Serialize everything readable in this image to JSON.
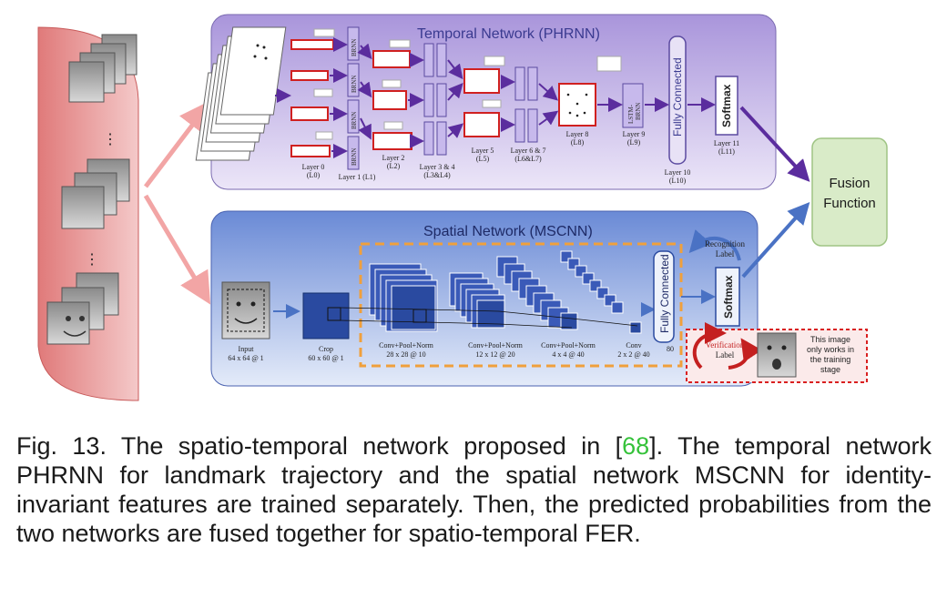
{
  "temporal": {
    "title": "Temporal Network (PHRNN)",
    "layer0": "Layer 0",
    "l0": "(L0)",
    "layer1": "Layer 1 (L1)",
    "layer2": "Layer 2",
    "l2": "(L2)",
    "layer34": "Layer 3 & 4",
    "l34": "(L3&L4)",
    "layer5": "Layer 5",
    "l5": "(L5)",
    "layer67": "Layer 6 & 7",
    "l67": "(L6&L7)",
    "layer8": "Layer 8",
    "l8": "(L8)",
    "layer9": "Layer 9",
    "l9": "(L9)",
    "layer10": "Layer 10",
    "l10": "(L10)",
    "layer11": "Layer 11",
    "l11": "(L11)",
    "brnn": "BRNN",
    "lstm_line1": "LSTM-",
    "lstm_line2": "BRNN",
    "fc": "Fully Connected",
    "softmax": "Softmax"
  },
  "spatial": {
    "title": "Spatial Network (MSCNN)",
    "input": "Input",
    "input_dim": "64 x 64 @ 1",
    "crop": "Crop",
    "crop_dim": "60 x 60 @ 1",
    "conv1": "Conv+Pool+Norm",
    "conv1_dim": "28 x 28 @ 10",
    "conv2": "Conv+Pool+Norm",
    "conv2_dim": "12 x 12 @ 20",
    "conv3": "Conv+Pool+Norm",
    "conv3_dim": "4 x 4 @ 40",
    "conv4": "Conv",
    "conv4_dim": "2 x 2 @ 40",
    "fc": "Fully Connected",
    "fc_dim": "80",
    "softmax": "Softmax",
    "recog_line1": "Recognition",
    "recog_line2": "Label",
    "verif_line1": "Verification",
    "verif_line2": "Label",
    "note_line1": "This image",
    "note_line2": "only works in",
    "note_line3": "the training",
    "note_line4": "stage"
  },
  "fusion": {
    "line1": "Fusion",
    "line2": "Function"
  },
  "caption": {
    "prefix": "Fig. 13. The spatio-temporal network proposed in [",
    "ref": "68",
    "suffix": "]. The temporal network PHRNN for landmark trajectory and the spatial network MSCNN for identity-invariant features are trained separately. Then, the predicted probabilities from the two networks are fused together for spatio-temporal FER."
  },
  "colors": {
    "temporal_panel": "#b9a9df",
    "spatial_panel": "#6e8fd6",
    "fusion_box": "#d9ebc8",
    "face_strip": "#e58a8a",
    "arrow_purple": "#5b2d9e",
    "arrow_blue": "#4a72c4",
    "dashed_orange": "#f0a03c",
    "red_dashed": "#d92020",
    "conv_block": "#2a4aa0"
  }
}
